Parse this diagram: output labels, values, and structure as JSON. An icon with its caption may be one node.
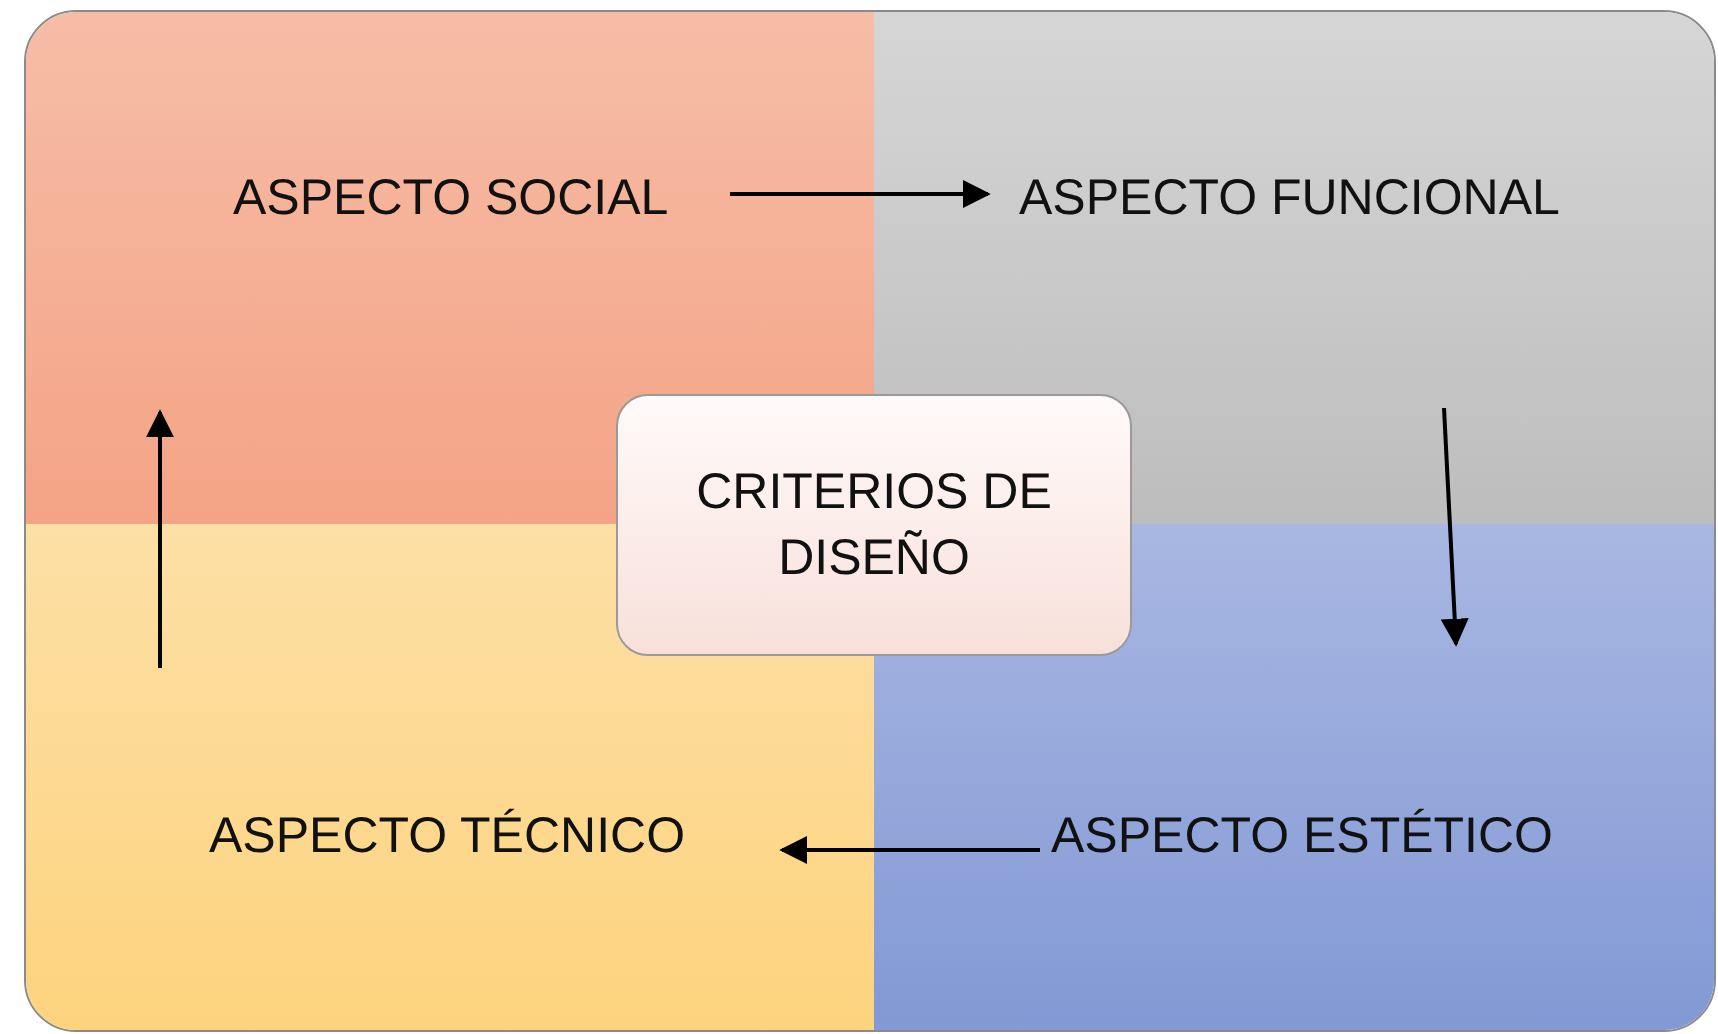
{
  "diagram": {
    "nodes": [
      {
        "text": [
          "ASPECTO SOCIAL"
        ]
      },
      {
        "text": [
          "ASPECTO FUNCIONAL"
        ]
      },
      {
        "text": [
          "ASPECTO ESTÉTICO"
        ]
      },
      {
        "text": [
          "ASPECTO TÉCNICO"
        ]
      },
      {
        "text": [
          "CRITERIOS DE DISEÑO"
        ]
      }
    ],
    "edges": [
      {
        "from": 0,
        "to": 1,
        "arrow": "to"
      },
      {
        "from": 1,
        "to": 2,
        "arrow": "to"
      },
      {
        "from": 2,
        "to": 3,
        "arrow": "to"
      },
      {
        "from": 3,
        "to": 0,
        "arrow": "to"
      }
    ]
  }
}
